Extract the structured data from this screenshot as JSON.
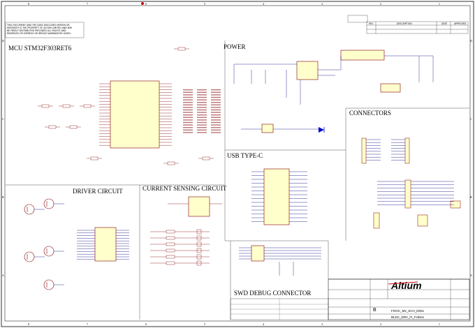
{
  "sections": {
    "mcu": "MCU STM32F303RET6",
    "power": "POWER",
    "connectors": "CONNECTORS",
    "usb": "USB TYPE-C",
    "driver": "DRIVER CIRCUIT",
    "current": "CURRENT SENSING CIRCUIT",
    "swd": "SWD DEBUG CONNECTOR"
  },
  "disclaimer": [
    "THIS DOCUMENT AND THE DATA DISCLOSED HEREIN OR",
    "HEREWITH IS THE PROPERTY OF ALTIUM LIMITED AND MAY",
    "BE FREELY DISTRIBUTED PROVIDED ALL RIGHTS AND",
    "RESERVED OR EXPRESS OR IMPLIED WARRANTIES GIVEN."
  ],
  "revision_table": {
    "headers": [
      "REV",
      "DESCRIPTION",
      "DATE",
      "APPROVED"
    ]
  },
  "title_block": {
    "logo": "Altium",
    "code": "FOOC_M2_SCH_D001",
    "title": "BLDC_DRV_FI_FctDev",
    "size": "B"
  },
  "border": {
    "columns": [
      "8",
      "7",
      "6",
      "5",
      "4",
      "3",
      "2",
      "1"
    ],
    "rows": [
      "D",
      "C",
      "B",
      "A"
    ]
  },
  "colors": {
    "border": "#000000",
    "component": "#800000",
    "body_fill": "#ffffcc",
    "net": "#000080",
    "led": "#0000cc",
    "accent": "#cc0000"
  }
}
